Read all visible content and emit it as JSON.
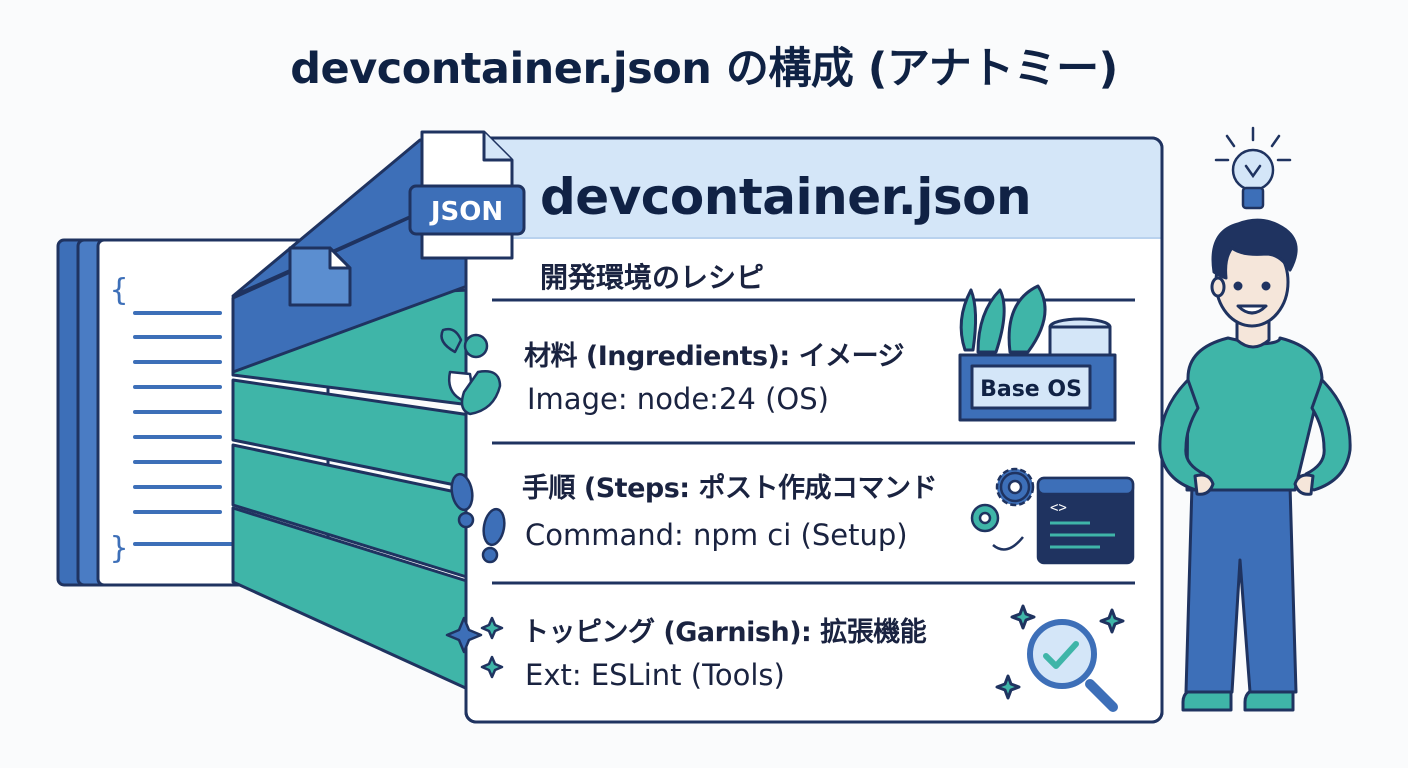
{
  "page": {
    "title": "devcontainer.json の構成 (アナトミー)"
  },
  "card": {
    "file_badge": "JSON",
    "title": "devcontainer.json",
    "subtitle": "開発環境のレシピ"
  },
  "code_page": {
    "open_brace": "{",
    "close_brace": "}"
  },
  "sections": [
    {
      "heading": "材料 (Ingredients): イメージ",
      "detail": "Image: node:24 (OS)",
      "icon": "vegetables-icon",
      "illustration_label": "Base OS"
    },
    {
      "heading": "手順 (Steps: ポスト作成コマンド",
      "detail": "Command: npm ci (Setup)",
      "icon": "footprints-icon",
      "illustration_label": "<>"
    },
    {
      "heading": "トッピング (Garnish): 拡張機能",
      "detail": "Ext: ESLint (Tools)",
      "icon": "sparkles-icon",
      "illustration_label": ""
    }
  ],
  "colors": {
    "navy": "#0f2244",
    "blue": "#3d6fb8",
    "teal": "#3fb5a8",
    "header_bg": "#d4e6f8",
    "outline": "#1f3360"
  }
}
